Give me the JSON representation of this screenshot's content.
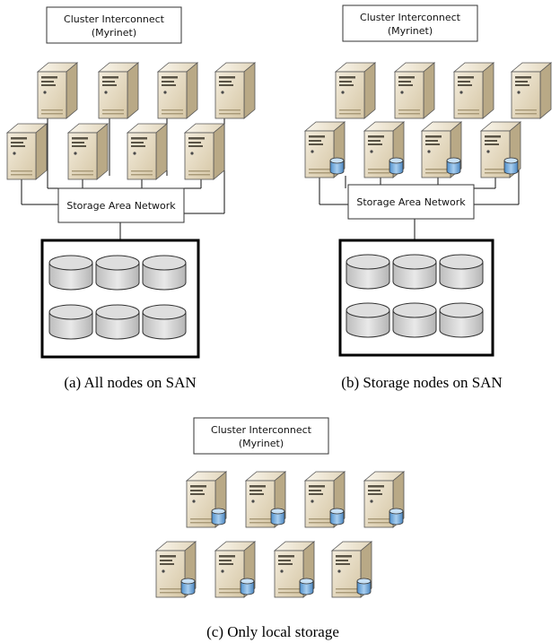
{
  "panels": {
    "a": {
      "cluster_label": [
        "Cluster Interconnect",
        "(Myrinet)"
      ],
      "san_label": "Storage Area Network",
      "caption": "(a)  All nodes on SAN"
    },
    "b": {
      "cluster_label": [
        "Cluster Interconnect",
        "(Myrinet)"
      ],
      "san_label": "Storage Area Network",
      "caption": "(b)  Storage nodes on SAN"
    },
    "c": {
      "cluster_label": [
        "Cluster Interconnect",
        "(Myrinet)"
      ],
      "caption": "(c)  Only local storage"
    }
  },
  "icons": {
    "server": "server-icon",
    "local_disk": "database-cylinder-icon",
    "array_disk": "disk-icon"
  },
  "colors": {
    "server_body": "#e8dcc4",
    "server_side": "#b9a986",
    "local_disk": "#6fa6d8",
    "array_disk": "#d9d9d9",
    "line": "#111111"
  }
}
